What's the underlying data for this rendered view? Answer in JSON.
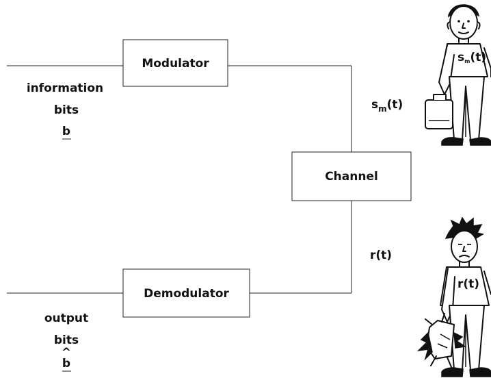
{
  "blocks": {
    "modulator": "Modulator",
    "channel": "Channel",
    "demodulator": "Demodulator"
  },
  "signals": {
    "transmitted": {
      "base": "s",
      "subscript": "m",
      "arg": "(t)"
    },
    "received": "r(t)"
  },
  "input": {
    "line1": "information",
    "line2": "bits",
    "symbol": "b"
  },
  "output": {
    "line1": "output",
    "line2": "bits",
    "symbol": "b",
    "hat": "^"
  },
  "figures": {
    "clean_shirt": {
      "base": "s",
      "subscript": "m",
      "arg": "(t)"
    },
    "noisy_shirt": "r(t)"
  }
}
